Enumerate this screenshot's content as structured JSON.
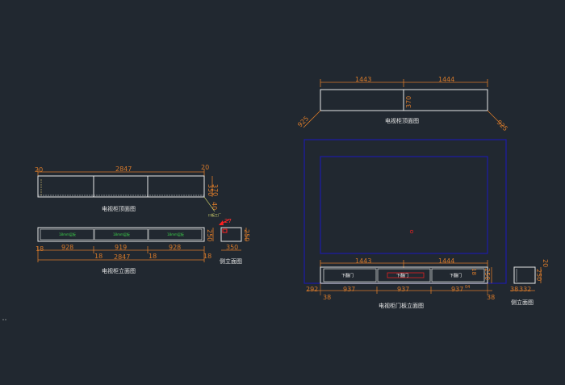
{
  "colors": {
    "background": "#212830",
    "outline": "#e8e8e8",
    "dimension": "#d87a2a",
    "blue_frame": "#1c1ca8",
    "annotation_red": "#ff2020",
    "label_green": "#3cd24a"
  },
  "left_top_view": {
    "title": "电视柜顶面图",
    "dim_total": "2847",
    "dim_left": "20",
    "dim_right": "20",
    "dim_v1": "350",
    "dim_v2": "370",
    "dim_v3": "40",
    "note": "口板工厂"
  },
  "left_elevation": {
    "title": "电视柜立面图",
    "compartment_label": "18mm层板",
    "dims_segments": [
      "18",
      "928",
      "18",
      "919",
      "18",
      "928",
      "18"
    ],
    "dim_total": "2847",
    "dim_height": "250",
    "red_number": "27"
  },
  "left_side_view": {
    "title": "侧立面图",
    "dim_width": "350",
    "dim_height": "250"
  },
  "right_top_view": {
    "title": "电视柜顶面图",
    "dim_left": "1443",
    "dim_right": "1444",
    "dim_depth": "370",
    "dim_corner_left": "925",
    "dim_corner_right": "925"
  },
  "right_elevation": {
    "title": "电视柜门板立面图",
    "dim_left": "1443",
    "dim_right": "1444",
    "door_label": "下翻门",
    "segments": [
      "292",
      "937",
      "937",
      "937",
      "38"
    ],
    "dim_bottom_left": "38",
    "dim_bottom_right": "38",
    "dim_height": "250",
    "dim_height_top": "18",
    "dim_small": "04"
  },
  "right_side_view": {
    "title": "侧立面图",
    "dim_width": "332",
    "dim_left": "38",
    "dim_height": "250",
    "dim_top": "20"
  }
}
